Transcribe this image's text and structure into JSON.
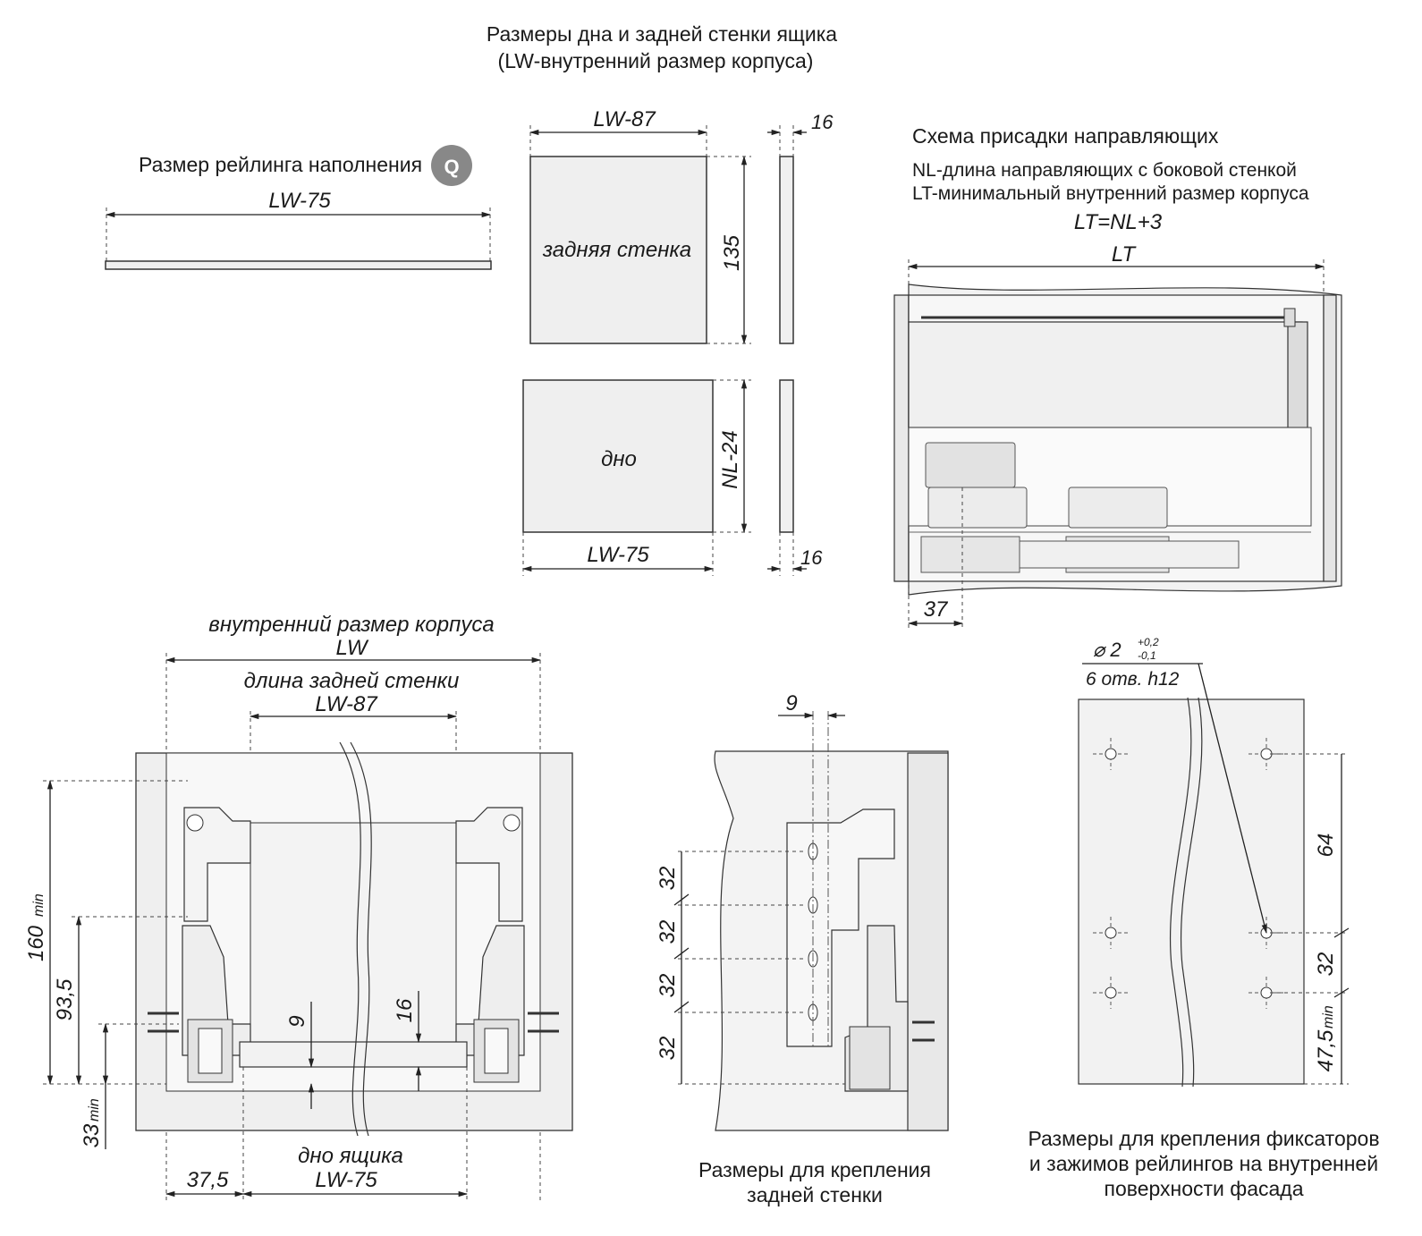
{
  "title": {
    "line1": "Размеры дна и задней стенки ящика",
    "line2": "(LW-внутренний размер корпуса)"
  },
  "rail": {
    "caption": "Размер рейлинга наполнения",
    "badge": "Q",
    "length": "LW-75"
  },
  "back_wall": {
    "label": "задняя стенка",
    "width": "LW-87",
    "height": "135",
    "thickness": "16"
  },
  "bottom": {
    "label": "дно",
    "width": "LW-75",
    "depth": "NL-24",
    "thickness": "16"
  },
  "guide_scheme": {
    "title": "Схема присадки направляющих",
    "line_nl": "NL-длина направляющих с боковой стенкой",
    "line_lt": "LT-минимальный внутренний размер корпуса",
    "formula": "LT=NL+3",
    "lt_label": "LT",
    "offset": "37"
  },
  "front_view": {
    "inner_label": "внутренний размер корпуса",
    "inner_value": "LW",
    "back_length_label": "длина задней стенки",
    "back_length_value": "LW-87",
    "height_total": "160",
    "height_total_suffix": "min",
    "height_93": "93,5",
    "height_33": "33",
    "height_33_suffix": "min",
    "dim_9": "9",
    "dim_16": "16",
    "offset_37": "37,5",
    "bottom_label": "дно ящика",
    "bottom_value": "LW-75"
  },
  "back_mount": {
    "dim_9": "9",
    "spacings": [
      "32",
      "32",
      "32",
      "32"
    ],
    "caption_line1": "Размеры для крепления",
    "caption_line2": "задней стенки"
  },
  "facade": {
    "hole_diameter": "⌀ 2",
    "tol_plus": "+0,2",
    "tol_minus": "-0,1",
    "hole_spec": "6 отв. h12",
    "dim_64": "64",
    "dim_32": "32",
    "dim_47": "47,5",
    "dim_47_suffix": "min",
    "caption_line1": "Размеры для крепления фиксаторов",
    "caption_line2": "и зажимов рейлингов на внутренней",
    "caption_line3": "поверхности фасада"
  }
}
